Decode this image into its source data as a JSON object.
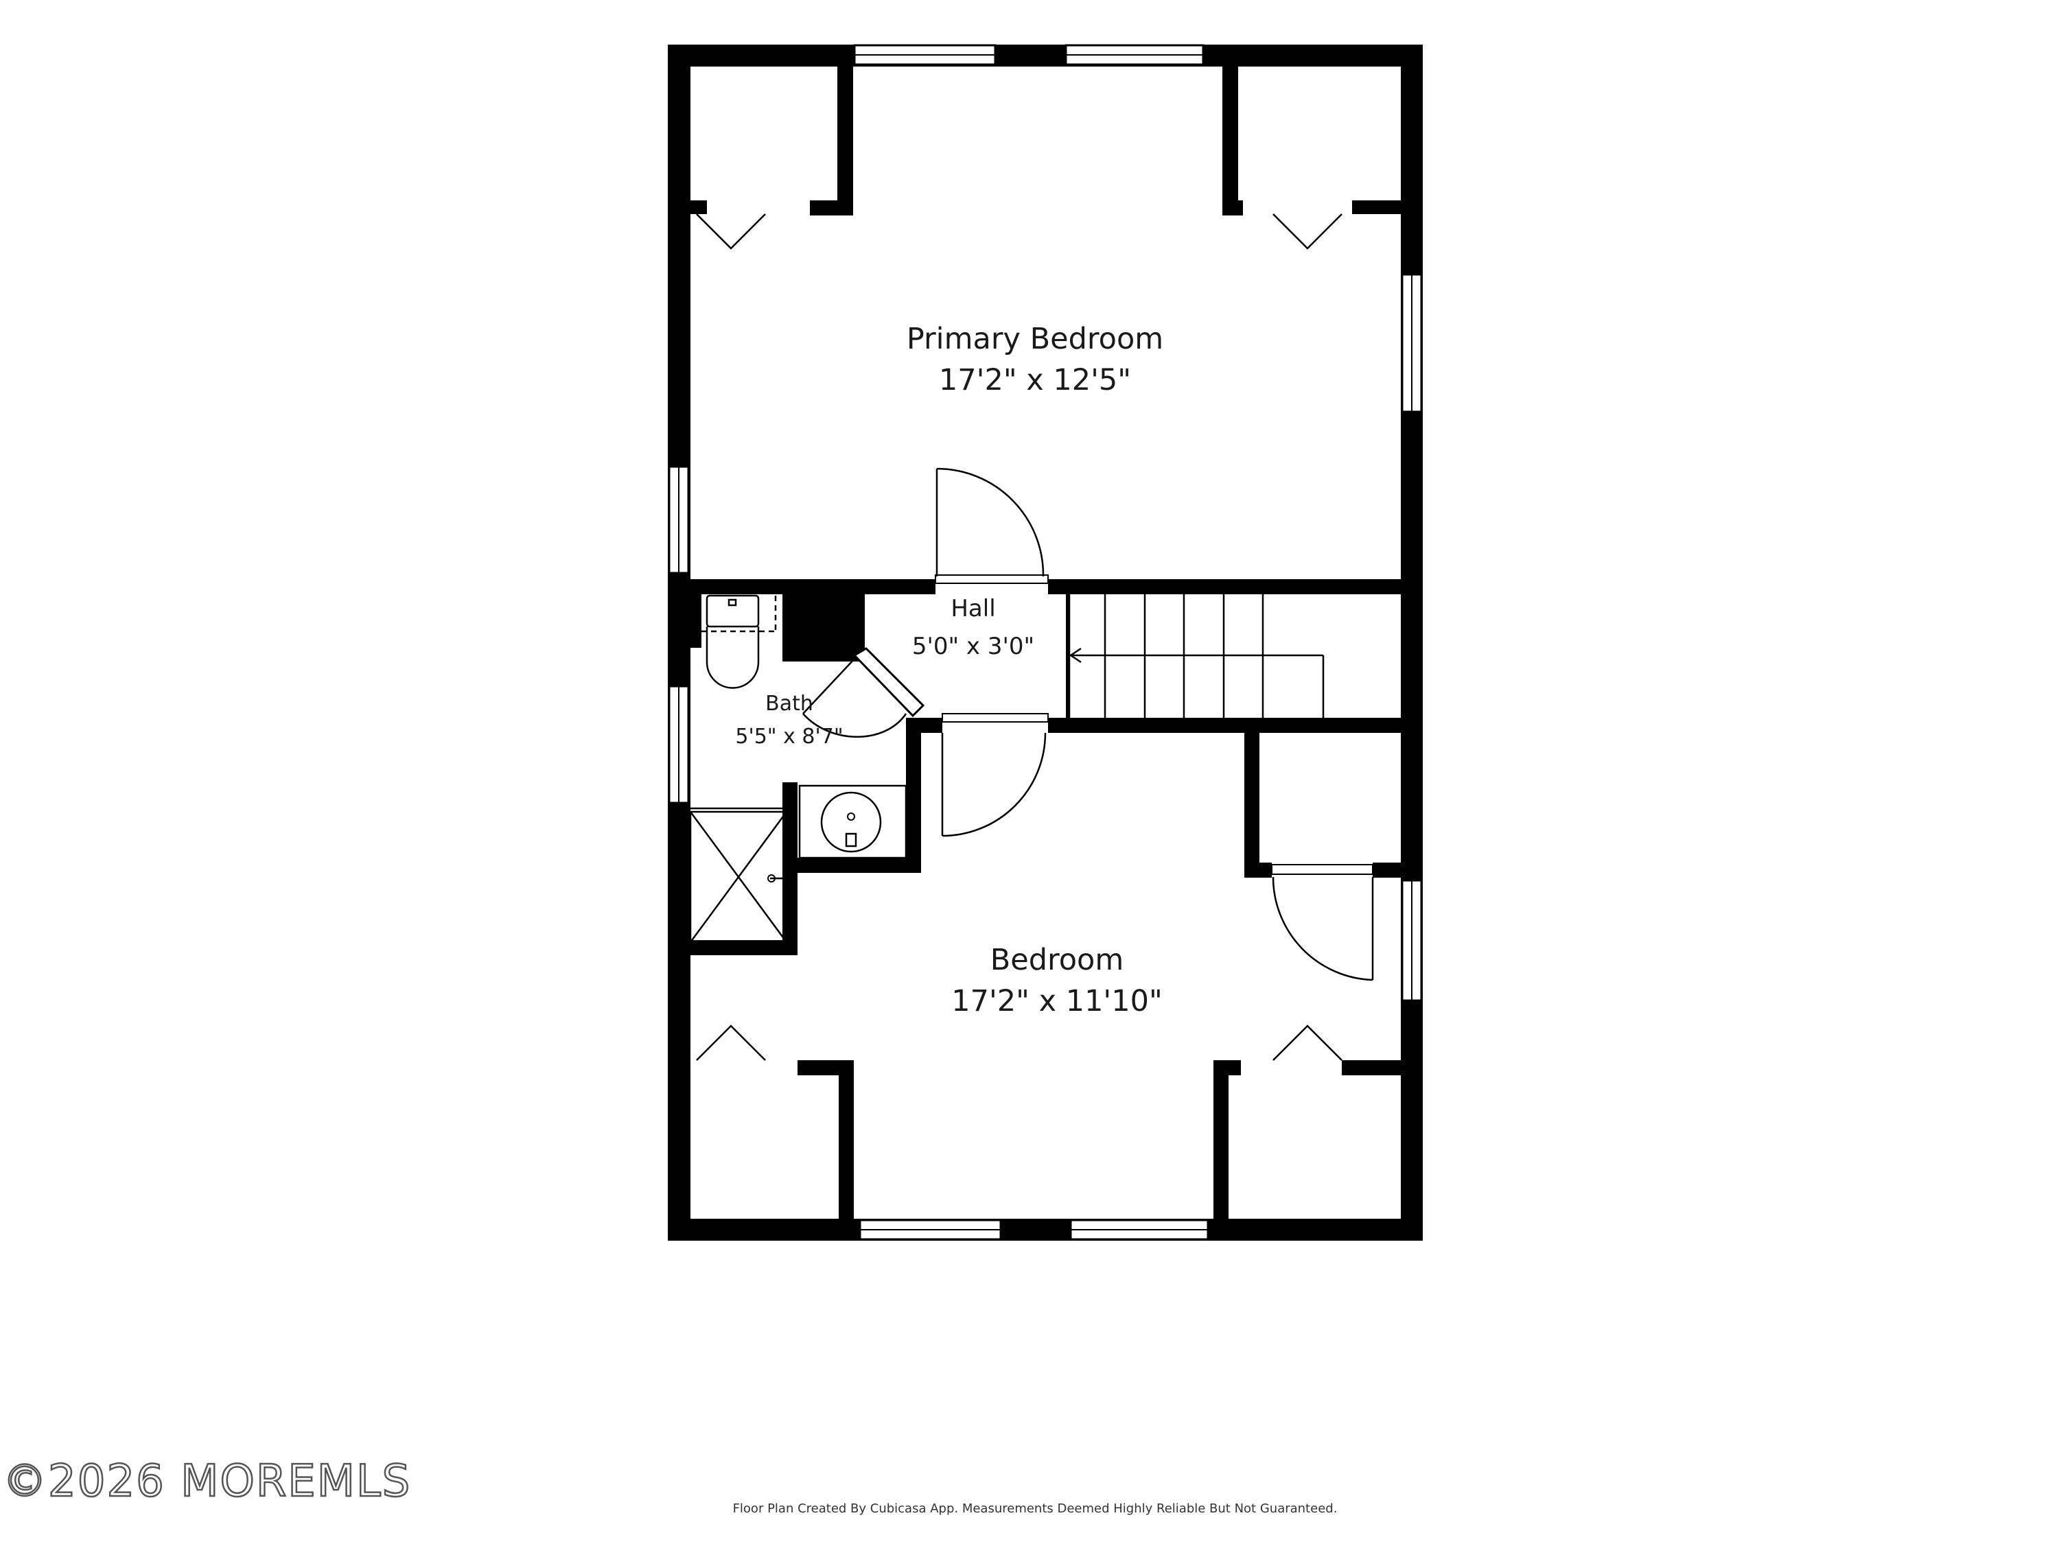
{
  "rooms": {
    "primary_bedroom": {
      "name": "Primary Bedroom",
      "dims": "17'2\" x 12'5\""
    },
    "hall": {
      "name": "Hall",
      "dims": "5'0\" x 3'0\""
    },
    "bath": {
      "name": "Bath",
      "dims": "5'5\" x 8'7\""
    },
    "bedroom": {
      "name": "Bedroom",
      "dims": "17'2\" x 11'10\""
    }
  },
  "watermark": "©2026 MOREMLS",
  "credit": "Floor Plan Created By Cubicasa App. Measurements Deemed Highly Reliable But Not Guaranteed."
}
